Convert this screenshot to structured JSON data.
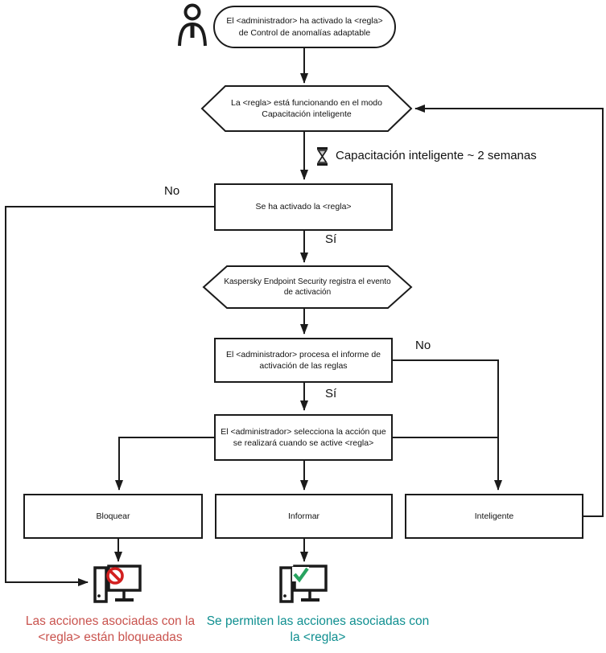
{
  "flowchart": {
    "start": {
      "text": "El <administrador> ha activado la <regla>\nde Control de anomalías adaptable"
    },
    "mode_hexagon": {
      "text": "La <regla> está funcionando en el modo\nCapacitación inteligente"
    },
    "training_note": {
      "text": "Capacitación inteligente ~ 2 semanas"
    },
    "rule_triggered": {
      "text": "Se ha activado la <regla>"
    },
    "event_hexagon": {
      "text": "Kaspersky Endpoint Security registra el evento\nde activación"
    },
    "process_report": {
      "text": "El <administrador> procesa el informe de\nactivación de las reglas"
    },
    "select_action": {
      "text": "El <administrador> selecciona la acción que\nse realizará cuando se active <regla>"
    },
    "actions": {
      "block": "Bloquear",
      "inform": "Informar",
      "smart": "Inteligente"
    },
    "labels": {
      "no1": "No",
      "yes1": "Sí",
      "no2": "No",
      "yes2": "Sí"
    },
    "outcomes": {
      "blocked": {
        "text": "Las acciones asociadas con la\n<regla> están bloqueadas",
        "color": "#c9534e"
      },
      "allowed": {
        "text": "Se permiten las acciones asociadas con\nla <regla>",
        "color": "#0f8f90"
      }
    },
    "icons": {
      "actor": "admin-person-icon",
      "hourglass": "hourglass-icon",
      "blocked_computer": "computer-blocked-icon",
      "allowed_computer": "computer-allowed-icon"
    },
    "colors": {
      "line": "#1b1b1b",
      "prohibition": "#d21f1f",
      "check": "#27a35f"
    }
  }
}
